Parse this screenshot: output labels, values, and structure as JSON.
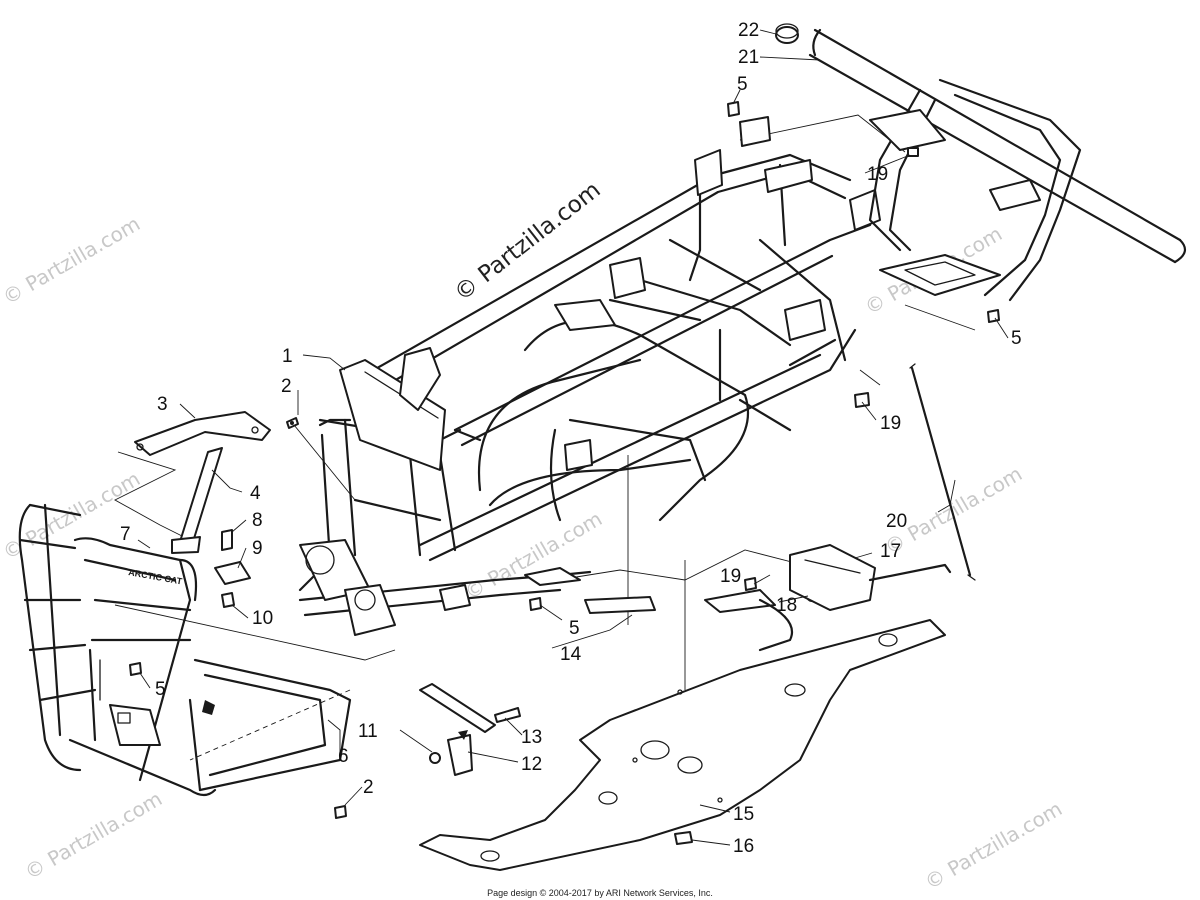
{
  "watermark": {
    "main": "© Partzilla.com",
    "repeat": "© Partzilla.com"
  },
  "footer": {
    "text": "Page design © 2004-2017 by ARI Network Services, Inc."
  },
  "bumper_brand": "ARCTIC CAT",
  "callouts": [
    {
      "id": "1",
      "label": "1"
    },
    {
      "id": "2a",
      "label": "2"
    },
    {
      "id": "2b",
      "label": "2"
    },
    {
      "id": "3",
      "label": "3"
    },
    {
      "id": "4",
      "label": "4"
    },
    {
      "id": "5a",
      "label": "5"
    },
    {
      "id": "5b",
      "label": "5"
    },
    {
      "id": "5c",
      "label": "5"
    },
    {
      "id": "5d",
      "label": "5"
    },
    {
      "id": "6",
      "label": "6"
    },
    {
      "id": "7",
      "label": "7"
    },
    {
      "id": "8",
      "label": "8"
    },
    {
      "id": "9",
      "label": "9"
    },
    {
      "id": "10",
      "label": "10"
    },
    {
      "id": "11",
      "label": "11"
    },
    {
      "id": "12",
      "label": "12"
    },
    {
      "id": "13",
      "label": "13"
    },
    {
      "id": "14",
      "label": "14"
    },
    {
      "id": "15",
      "label": "15"
    },
    {
      "id": "16",
      "label": "16"
    },
    {
      "id": "17",
      "label": "17"
    },
    {
      "id": "18",
      "label": "18"
    },
    {
      "id": "19a",
      "label": "19"
    },
    {
      "id": "19b",
      "label": "19"
    },
    {
      "id": "19c",
      "label": "19"
    },
    {
      "id": "20",
      "label": "20"
    },
    {
      "id": "21",
      "label": "21"
    },
    {
      "id": "22",
      "label": "22"
    }
  ],
  "colors": {
    "line": "#1a1a1a",
    "watermark": "#c8c8c8",
    "background": "#ffffff"
  }
}
